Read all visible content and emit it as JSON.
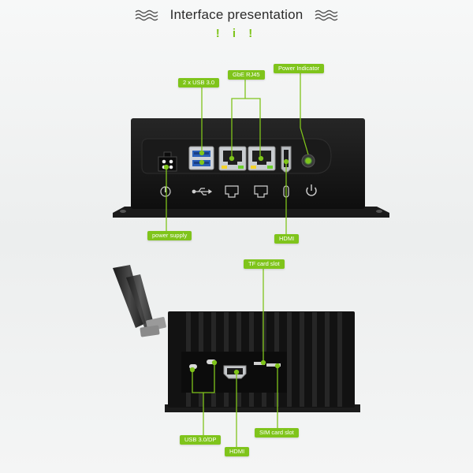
{
  "header": {
    "title": "Interface presentation",
    "marks": "! i !"
  },
  "callouts": {
    "usb3": "2 x USB 3.0",
    "gbe": "GbE RJ45",
    "power_indicator": "Power Indicator",
    "power_supply": "power supply",
    "hdmi_front": "HDMI",
    "tf_card": "TF card slot",
    "usb3_dp": "USB 3.0/DP",
    "sim_card": "SIM card slot",
    "hdmi_side": "HDMI"
  },
  "colors": {
    "accent": "#7fc41b",
    "chassis": "#161616",
    "background": "#eef0f0"
  },
  "icons": {
    "power": "power-icon",
    "usb": "usb-icon",
    "ethernet": "ethernet-icon",
    "usb_c": "usb-c-icon",
    "dc_jack": "dc-jack-icon"
  }
}
